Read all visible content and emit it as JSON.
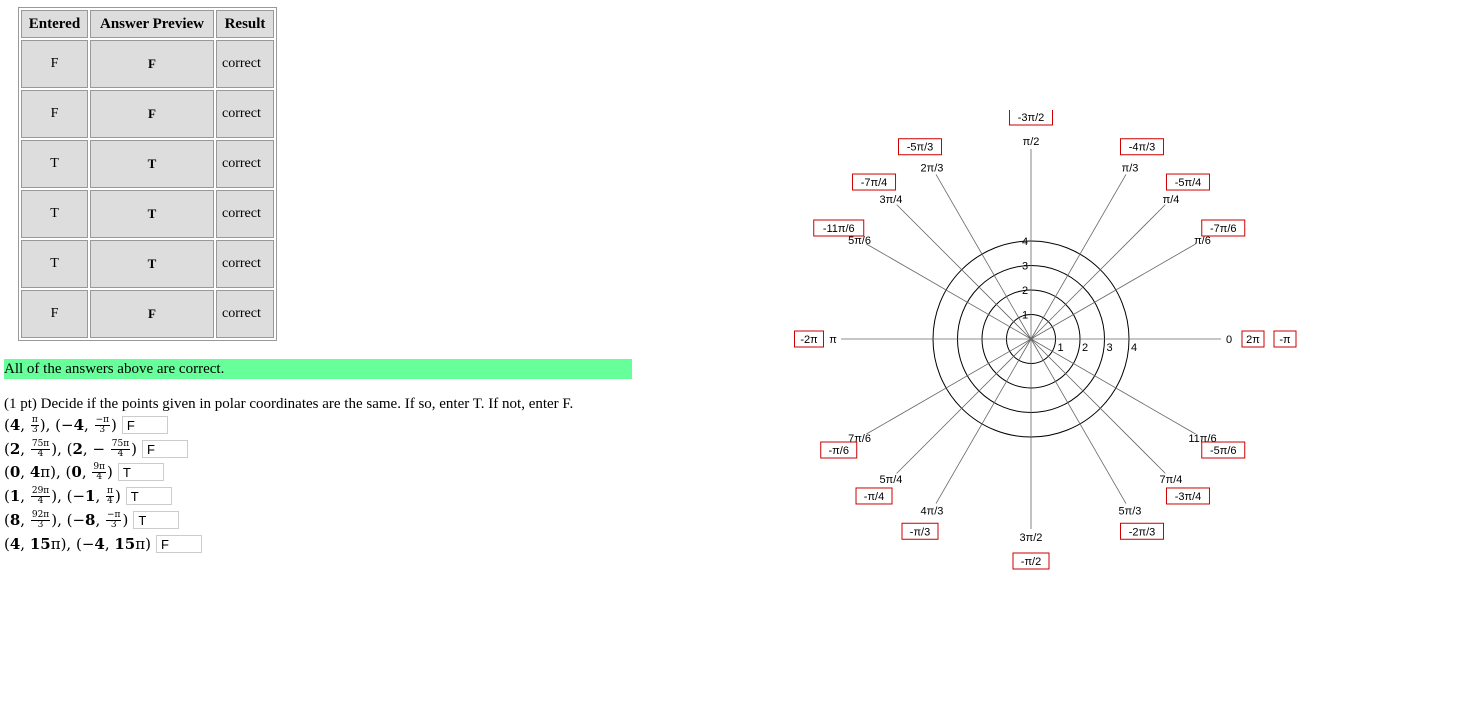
{
  "table": {
    "headers": [
      "Entered",
      "Answer Preview",
      "Result"
    ],
    "rows": [
      {
        "entered": "F",
        "preview": "F",
        "result": "correct"
      },
      {
        "entered": "F",
        "preview": "F",
        "result": "correct"
      },
      {
        "entered": "T",
        "preview": "T",
        "result": "correct"
      },
      {
        "entered": "T",
        "preview": "T",
        "result": "correct"
      },
      {
        "entered": "T",
        "preview": "T",
        "result": "correct"
      },
      {
        "entered": "F",
        "preview": "F",
        "result": "correct"
      }
    ]
  },
  "summary": "All of the answers above are correct.",
  "prompt": "(1 pt) Decide if the points given in polar coordinates are the same. If so, enter T. If not, enter F.",
  "answers": [
    "F",
    "F",
    "T",
    "T",
    "T",
    "F"
  ],
  "polar": {
    "ring_labels": [
      "1",
      "2",
      "3",
      "4"
    ],
    "angles": [
      {
        "primary": "0",
        "boxes": [
          "2π",
          "-π"
        ]
      },
      {
        "primary": "π/6",
        "boxes": [
          "-7π/6"
        ]
      },
      {
        "primary": "π/4",
        "boxes": [
          "-5π/4"
        ]
      },
      {
        "primary": "π/3",
        "boxes": [
          "-4π/3"
        ]
      },
      {
        "primary": "π/2",
        "boxes": [
          "-3π/2"
        ]
      },
      {
        "primary": "2π/3",
        "boxes": [
          "-5π/3"
        ]
      },
      {
        "primary": "3π/4",
        "boxes": [
          "-7π/4"
        ]
      },
      {
        "primary": "5π/6",
        "boxes": [
          "-11π/6"
        ]
      },
      {
        "primary": "π",
        "boxes": [
          "-2π"
        ]
      },
      {
        "primary": "7π/6",
        "boxes": [
          "-π/6"
        ]
      },
      {
        "primary": "5π/4",
        "boxes": [
          "-π/4"
        ]
      },
      {
        "primary": "4π/3",
        "boxes": [
          "-π/3"
        ]
      },
      {
        "primary": "3π/2",
        "boxes": [
          "-π/2"
        ]
      },
      {
        "primary": "5π/3",
        "boxes": [
          "-2π/3"
        ]
      },
      {
        "primary": "7π/4",
        "boxes": [
          "-3π/4"
        ]
      },
      {
        "primary": "11π/6",
        "boxes": [
          "-5π/6"
        ]
      }
    ]
  },
  "colors": {
    "summary_bg": "#66ff99",
    "box_border": "#cc0000",
    "table_cell": "#dddddd"
  }
}
